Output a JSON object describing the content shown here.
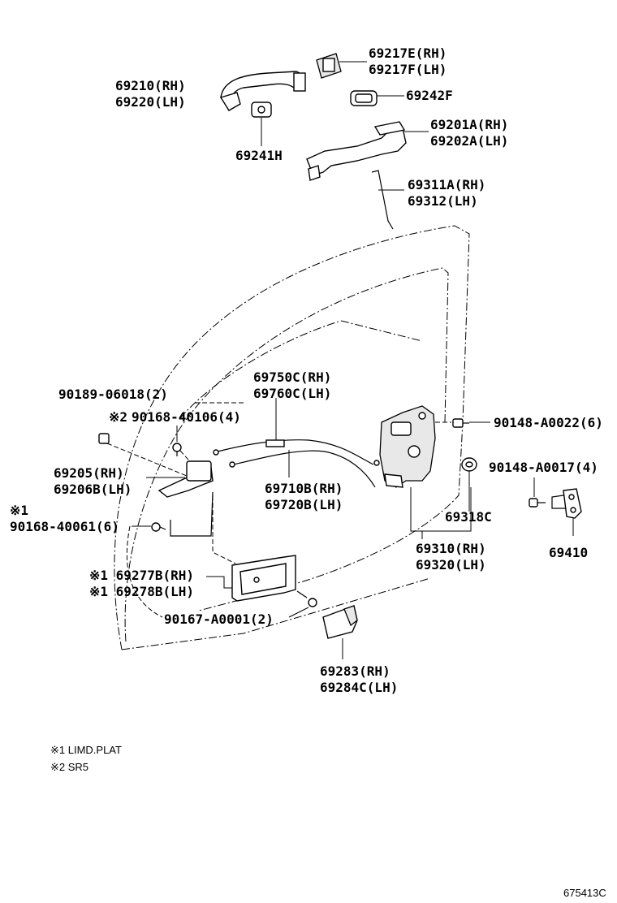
{
  "labels": {
    "l69217e": "69217E(RH)",
    "l69217f": "69217F(LH)",
    "l69210": "69210(RH)",
    "l69220": "69220(LH)",
    "l69242f": "69242F",
    "l69201a": "69201A(RH)",
    "l69202a": "69202A(LH)",
    "l69241h": "69241H",
    "l69311a": "69311A(RH)",
    "l69312": "69312(LH)",
    "l69750c": "69750C(RH)",
    "l69760c": "69760C(LH)",
    "l90189": "90189-06018(2)",
    "mark2": "※2",
    "l90168_40106": "90168-40106(4)",
    "l90148_a0022": "90148-A0022(6)",
    "l69205": "69205(RH)",
    "l69206b": "69206B(LH)",
    "l90148_a0017": "90148-A0017(4)",
    "l69710b": "69710B(RH)",
    "l69720b": "69720B(LH)",
    "mark1a": "※1",
    "l90168_40061": "90168-40061(6)",
    "l69318c": "69318C",
    "l69310": "69310(RH)",
    "l69320": "69320(LH)",
    "l69410": "69410",
    "l69277b": "※1 69277B(RH)",
    "l69278b": "※1 69278B(LH)",
    "l90167": "90167-A0001(2)",
    "l69283": "69283(RH)",
    "l69284c": "69284C(LH)"
  },
  "notes": {
    "note1": "※1 LIMD.PLAT",
    "note2": "※2 SR5"
  },
  "diagram_id": "675413C"
}
